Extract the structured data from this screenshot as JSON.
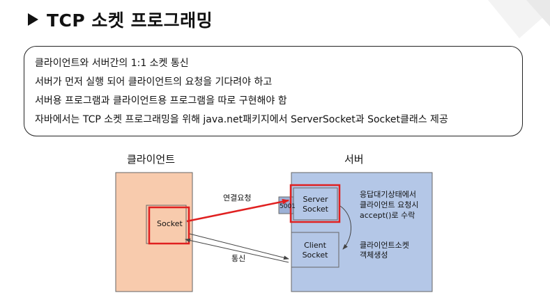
{
  "title": "TCP 소켓 프로그래밍",
  "bullets": [
    "클라이언트와 서버간의 1:1 소켓 통신",
    "서버가 먼저 실행 되어 클라이언트의 요청을 기다려야 하고",
    "서버용 프로그램과 클라이언트용 프로그램을 따로 구현해야 함",
    "자바에서는 TCP 소켓 프로그래밍을 위해 java.net패키지에서 ServerSocket과 Socket클래스 제공"
  ],
  "diagram": {
    "client_heading": "클라이언트",
    "server_heading": "서버",
    "client_socket": "Socket",
    "server_socket_line1": "Server",
    "server_socket_line2": "Socket",
    "client_socket_server_line1": "Client",
    "client_socket_server_line2": "Socket",
    "port": "5001",
    "connect_label": "연결요청",
    "comm_label": "통신",
    "accept_note_line1": "응답대기상태에서",
    "accept_note_line2": "클라이언트 요청시",
    "accept_note_line3": "accept()로 수락",
    "create_note_line1": "클라이언트소켓",
    "create_note_line2": "객체생성",
    "colors": {
      "client_fill": "#F8CBAD",
      "server_fill": "#B4C7E7",
      "highlight": "#E02020"
    }
  }
}
